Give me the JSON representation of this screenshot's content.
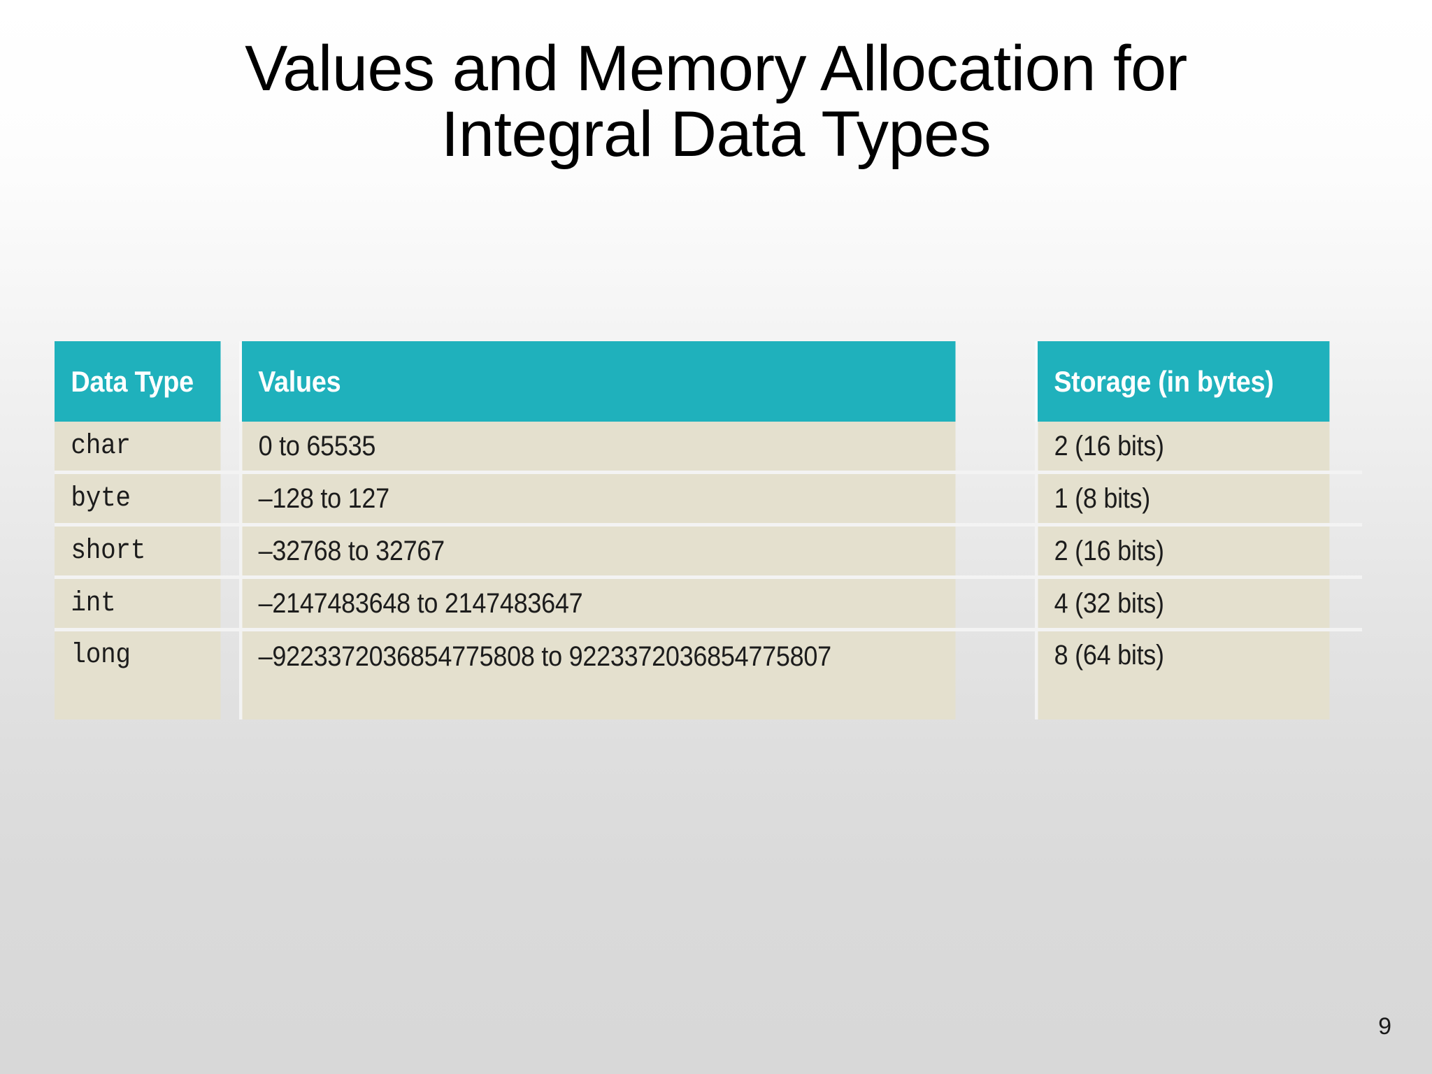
{
  "slide": {
    "title_line1": "Values and Memory Allocation for",
    "title_line2": "Integral Data Types",
    "page_number": "9",
    "colors": {
      "header_teal": "#1fb1bc",
      "row_beige": "#e4e0ce",
      "type_blue": "#1f66b0",
      "text_black": "#1c1c1c",
      "grid_white": "#f3f3f3"
    }
  },
  "table": {
    "headers": {
      "data_type": "Data Type",
      "values": "Values",
      "storage": "Storage (in bytes)"
    },
    "rows": [
      {
        "type": "char",
        "values": "0 to 65535",
        "storage": "2 (16 bits)"
      },
      {
        "type": "byte",
        "values": "–128 to 127",
        "storage": "1 (8 bits)"
      },
      {
        "type": "short",
        "values": "–32768 to 32767",
        "storage": "2 (16 bits)"
      },
      {
        "type": "int",
        "values": "–2147483648 to 2147483647",
        "storage": "4 (32 bits)"
      },
      {
        "type": "long",
        "values": "–9223372036854775808 to 9223372036854775807",
        "storage": "8 (64 bits)"
      }
    ]
  }
}
